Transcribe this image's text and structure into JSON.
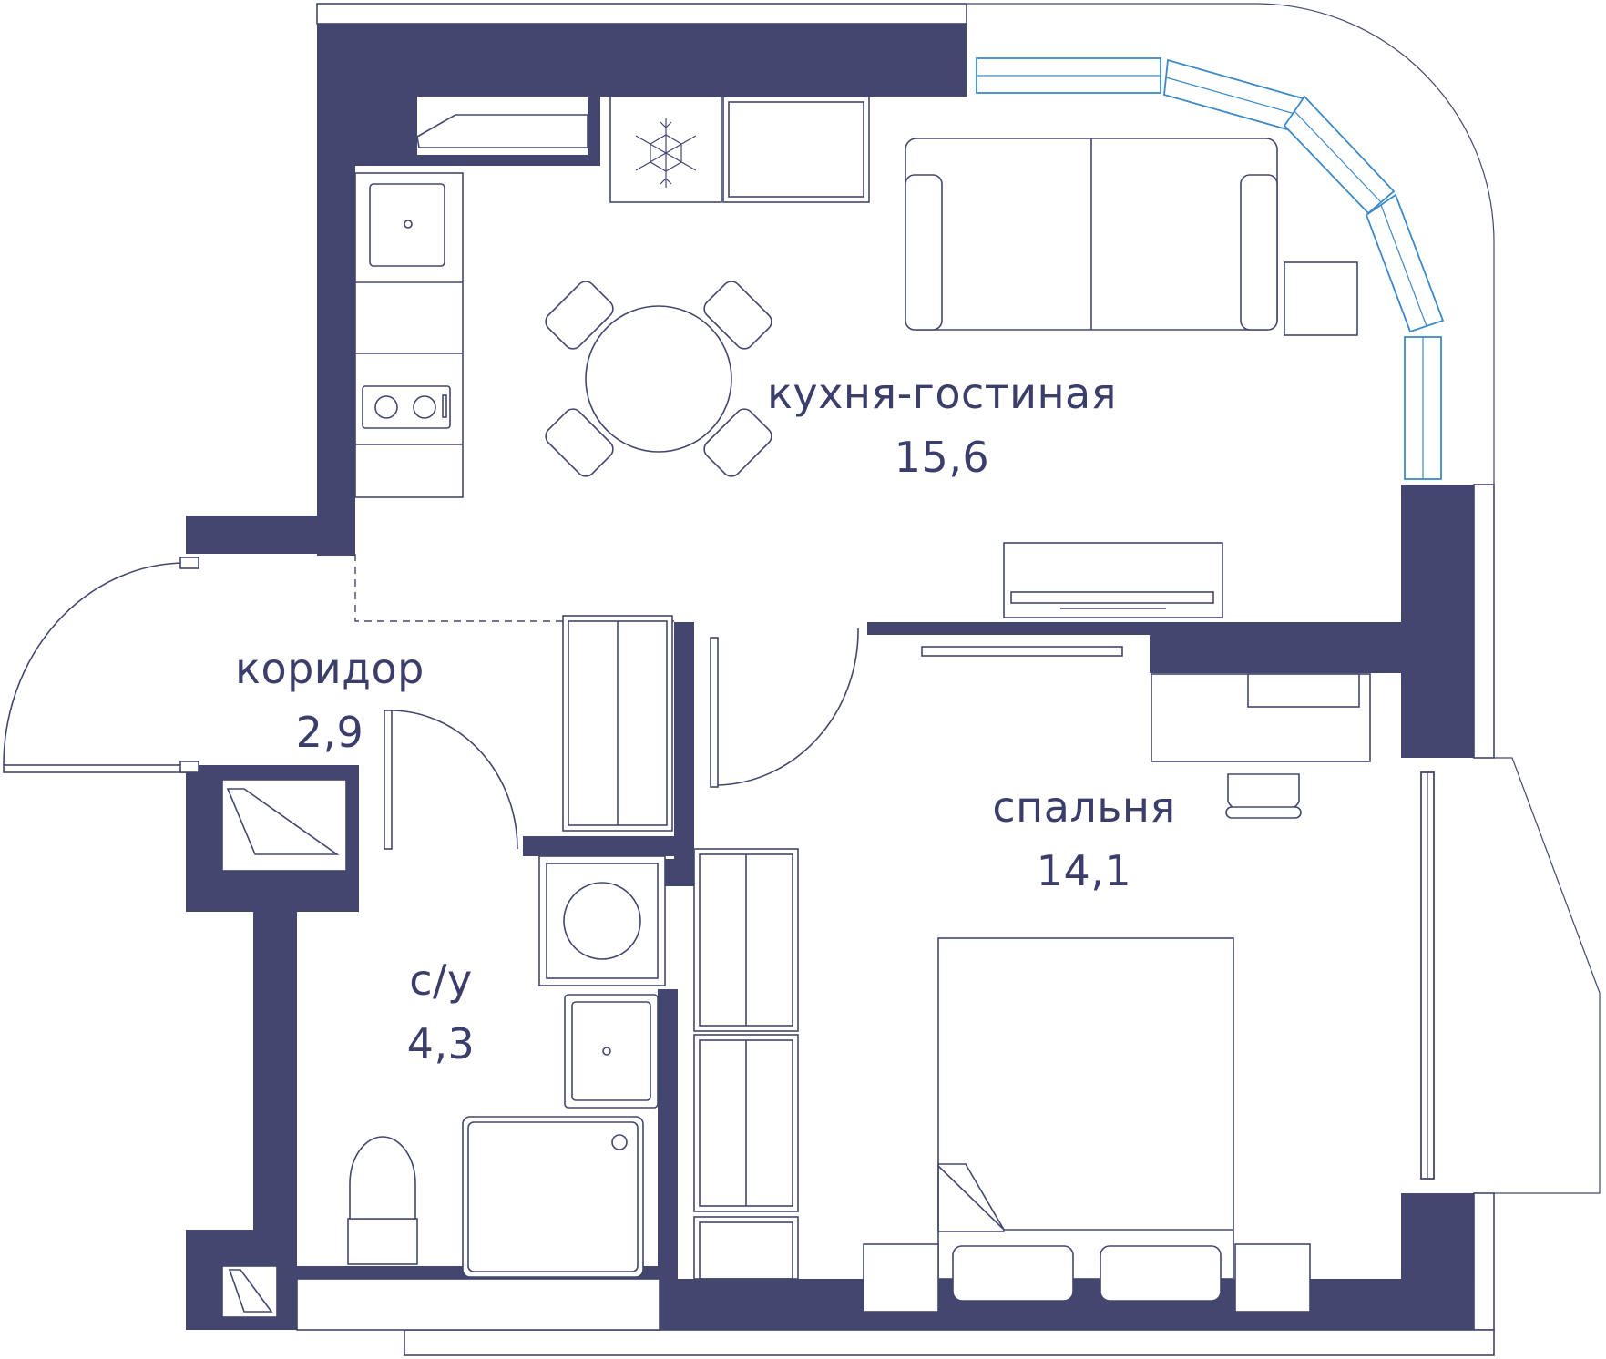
{
  "plan": {
    "wall_color": "#43466f",
    "glass_color": "#3d8ac8",
    "rooms": [
      {
        "name": "кухня-гостиная",
        "area": "15,6"
      },
      {
        "name": "коридор",
        "area": "2,9"
      },
      {
        "name": "с/у",
        "area": "4,3"
      },
      {
        "name": "спальня",
        "area": "14,1"
      }
    ],
    "icons": [
      "snowflake-icon",
      "sink-icon",
      "stove-icon",
      "toilet-icon",
      "washing-machine-icon",
      "shower-tray-icon",
      "bed-icon",
      "sofa-icon",
      "dining-table-icon",
      "tv-stand-icon",
      "desk-icon",
      "wardrobe-icon"
    ]
  }
}
